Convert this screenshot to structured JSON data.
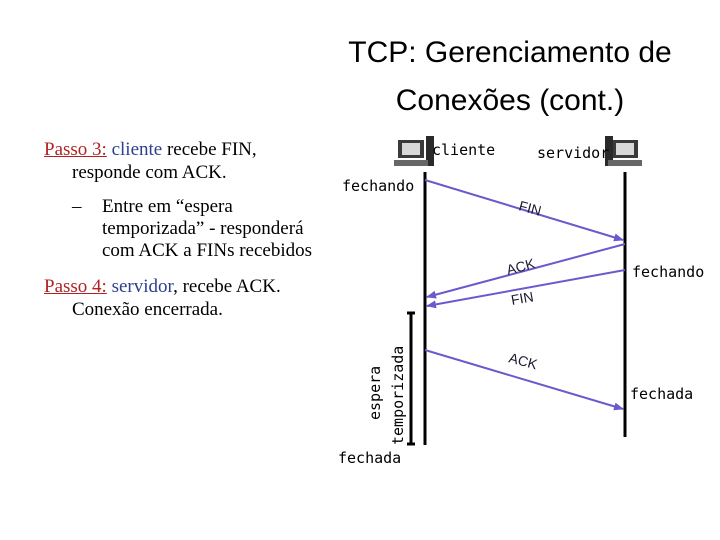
{
  "title": {
    "line1": "TCP: Gerenciamento de",
    "line2": "Conexões (cont.)"
  },
  "step3": {
    "label": "Passo 3:",
    "actor": "cliente",
    "rest": " recebe FIN,",
    "line2": "responde com ACK.",
    "bullet_marker": "–",
    "bullet_lines": [
      "Entre em “espera",
      "temporizada” - responderá",
      "com ACK a FINs recebidos"
    ]
  },
  "step4": {
    "label": "Passo 4:",
    "actor": "servidor",
    "rest": ", recebe ACK.",
    "line2": "Conexão encerrada."
  },
  "diagram": {
    "client_label": "cliente",
    "server_label": "servidor",
    "client_closing": "fechando",
    "server_closing": "fechando",
    "server_closed": "fechada",
    "client_closed": "fechada",
    "timed_wait_1": "espera",
    "timed_wait_2": "temporizada",
    "messages": [
      "FIN",
      "ACK",
      "FIN",
      "ACK"
    ]
  },
  "colors": {
    "arrow": "#6a5acd",
    "link_red": "#b22222",
    "actor_blue": "#2b3f8f"
  },
  "icons": {
    "client": "computer-icon",
    "server": "computer-icon"
  }
}
